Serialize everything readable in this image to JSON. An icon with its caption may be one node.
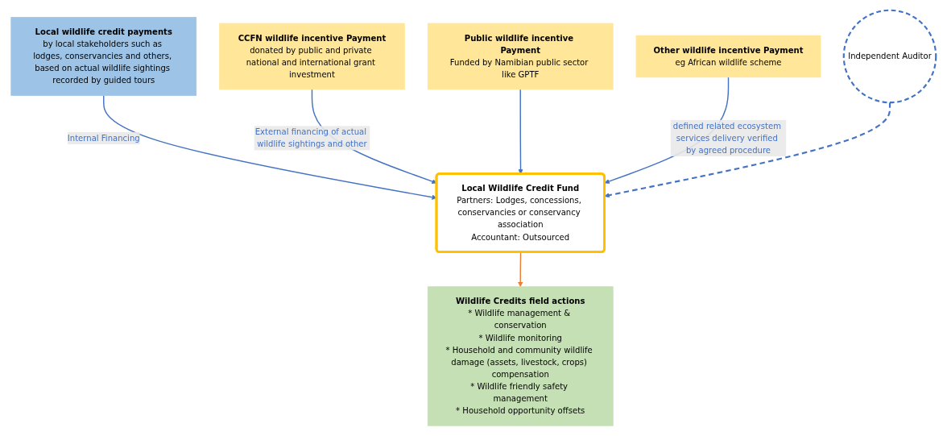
{
  "diagram": {
    "nodes": [
      {
        "text": [
          "Local wildlife credit payments",
          "by local stakeholders such as lodges, conservancies and others, based on actual wildlife sightings recorded by guided tours"
        ]
      },
      {
        "text": [
          "Local Wildlife Credit Fund",
          "Partners: Lodges, concessions, conservancies or conservancy association",
          "Accountant: Outsourced"
        ]
      },
      {
        "text": [
          "CCFN wildlife incentive Payment",
          "donated by public and private national and international grant investment"
        ]
      },
      {
        "text": [
          "Public wildlife incentive Payment",
          "Funded by Namibian public sector like GPTF"
        ]
      },
      {
        "text": [
          "Other wildlife incentive Payment",
          "eg African wildlife scheme"
        ]
      },
      {
        "text": [
          "Independent Auditor"
        ]
      },
      {
        "text": [
          "Wildlife Credits field actions",
          "* Wildlife management & conservation",
          "* Wildlife monitoring",
          "* Household and community wildlife damage (assets, livestock, crops) compensation",
          "* Wildlife friendly safety management",
          "* Household opportunity offsets"
        ]
      }
    ],
    "edges": [
      {
        "from": 0,
        "to": 1,
        "arrow": "to",
        "label": "Internal Financing"
      },
      {
        "from": 2,
        "to": 1,
        "arrow": "to",
        "label": "External financing of actual wildlife sightings and other"
      },
      {
        "from": 3,
        "to": 1,
        "arrow": "to"
      },
      {
        "from": 4,
        "to": 1,
        "arrow": "to",
        "label": "defined related ecosystem services delivery verified by agreed procedure"
      },
      {
        "from": 5,
        "to": 1,
        "arrow": "to",
        "style": "dashed"
      },
      {
        "from": 1,
        "to": 6,
        "arrow": "to",
        "color": "#ed7d31"
      }
    ]
  }
}
